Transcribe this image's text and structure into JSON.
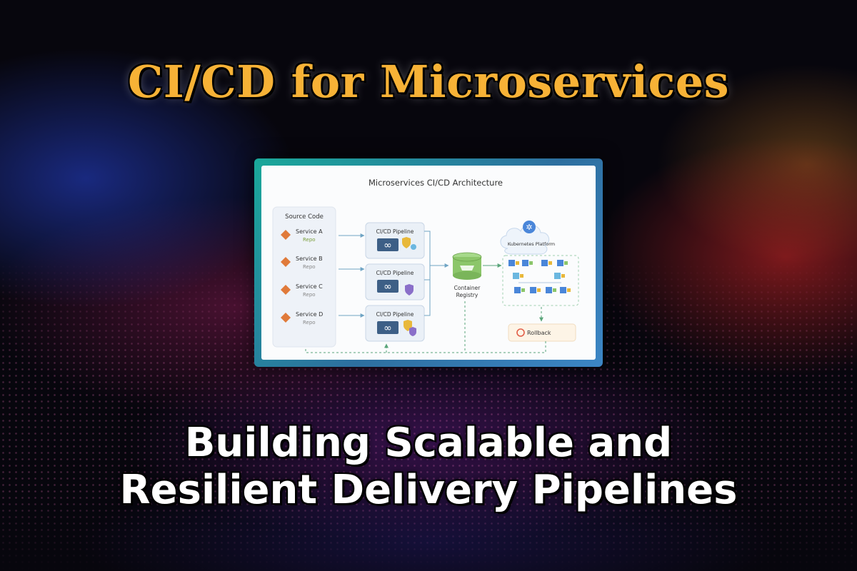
{
  "title": "CI/CD for Microservices",
  "subtitle_line1": "Building Scalable and",
  "subtitle_line2": "Resilient Delivery Pipelines",
  "diagram": {
    "title": "Microservices CI/CD Architecture",
    "source_label": "Source Code",
    "services": [
      {
        "name": "Service A",
        "repo": "Repo"
      },
      {
        "name": "Service B",
        "repo": "Repo"
      },
      {
        "name": "Service C",
        "repo": "Repo"
      },
      {
        "name": "Service D",
        "repo": "Repo"
      }
    ],
    "pipelines": [
      "CI/CD Pipeline",
      "CI/CD Pipeline",
      "CI/CD Pipeline"
    ],
    "registry_line1": "Container",
    "registry_line2": "Registry",
    "platform_label": "Kubernetes Platform",
    "rollback_label": "Rollback"
  },
  "colors": {
    "title": "#f7b236",
    "service_icon": "#e07a3a",
    "registry": "#8cc66a",
    "cloud": "#4a86d9",
    "rollback_icon": "#e2604a"
  }
}
